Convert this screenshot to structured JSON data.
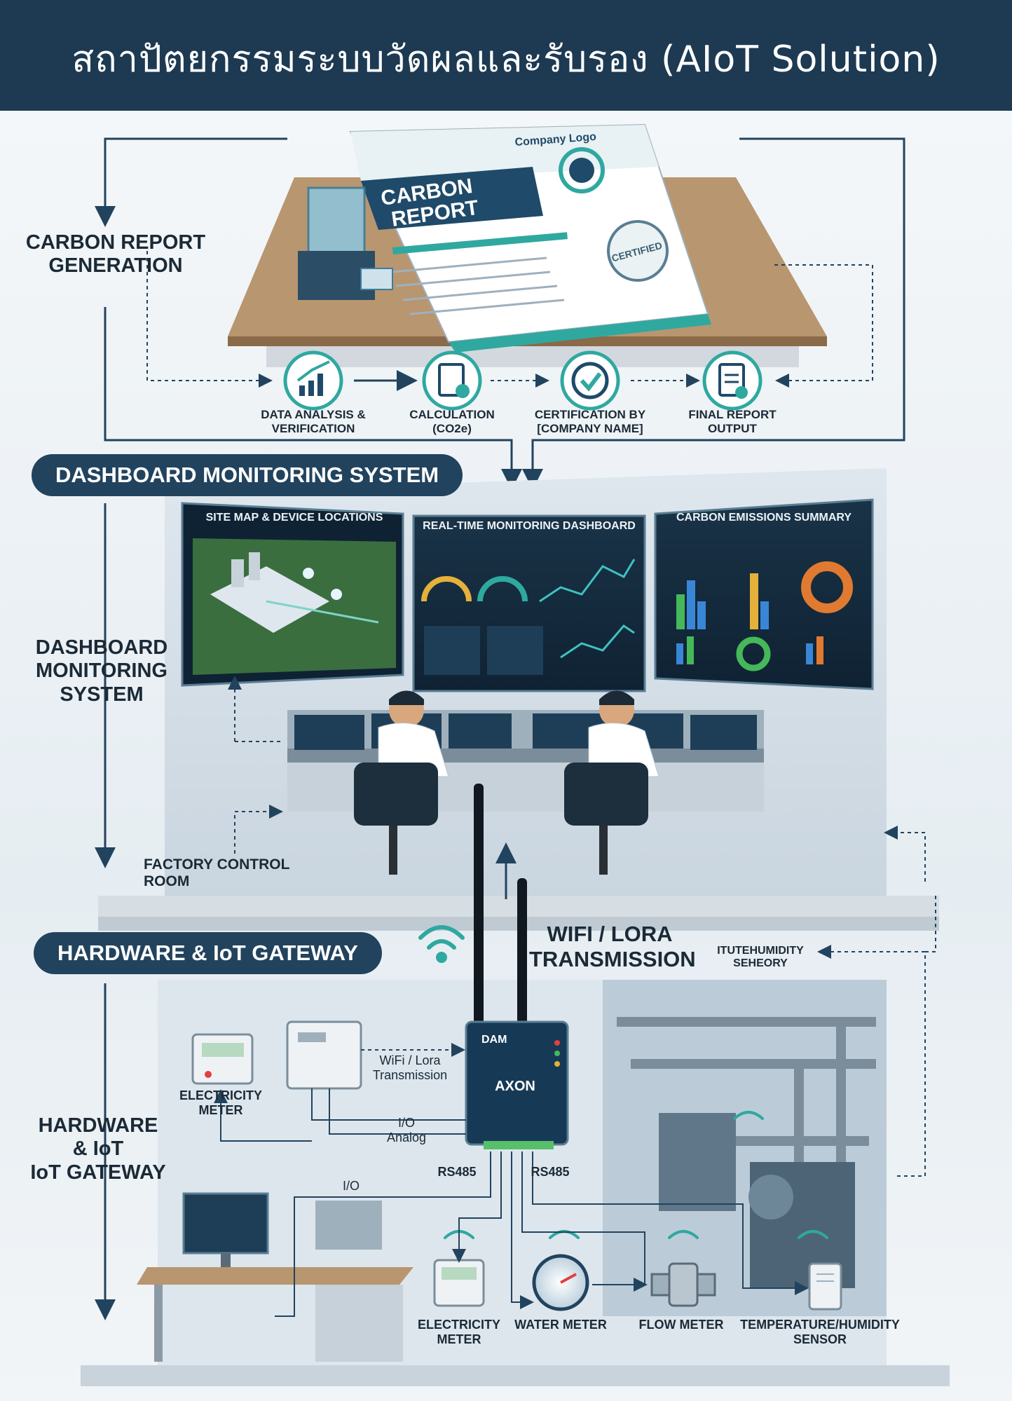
{
  "header": {
    "title": "สถาปัตยกรรมระบบวัดผลและรับรอง (AIoT Solution)"
  },
  "report_section": {
    "side_label_line1": "CARBON REPORT",
    "side_label_line2": "GENERATION",
    "document": {
      "title_line1": "CARBON",
      "title_line2": "REPORT",
      "logo_text": "Company Logo",
      "stamp_text": "CERTIFIED"
    },
    "steps": [
      {
        "line1": "DATA ANALYSIS &",
        "line2": "VERIFICATION"
      },
      {
        "line1": "CALCULATION",
        "line2": "(CO2e)"
      },
      {
        "line1": "CERTIFICATION BY",
        "line2": "[COMPANY NAME]"
      },
      {
        "line1": "FINAL REPORT",
        "line2": "OUTPUT"
      }
    ]
  },
  "dashboard_section": {
    "pill": "DASHBOARD MONITORING SYSTEM",
    "side_label_line1": "DASHBOARD",
    "side_label_line2": "MONITORING",
    "side_label_line3": "SYSTEM",
    "screens": [
      {
        "title": "SITE MAP & DEVICE LOCATIONS"
      },
      {
        "title": "REAL-TIME MONITORING DASHBOARD"
      },
      {
        "title": "CARBON EMISSIONS SUMMARY"
      }
    ],
    "room_label": "FACTORY CONTROL ROOM"
  },
  "hardware_section": {
    "pill": "HARDWARE & IoT GATEWAY",
    "side_label_line1": "HARDWARE",
    "side_label_line2": "& IoT",
    "side_label_line3": "IoT GATEWAY",
    "transmission_line1": "WIFI / LORA",
    "transmission_line2": "TRANSMISSION",
    "wifi_lora_small_line1": "WiFi / Lora",
    "wifi_lora_small_line2": "Transmission",
    "io_analog_line1": "I/O",
    "io_analog_line2": "Analog",
    "rs485_left": "RS485",
    "rs485_right": "RS485",
    "io_label": "I/O",
    "temp_humidity_line1": "ITUTEHUMIDITY",
    "temp_humidity_line2": "SEHEORY",
    "gateway": {
      "model": "DAM",
      "brand": "AXON"
    },
    "devices": [
      {
        "line1": "ELECTRICITY",
        "line2": "METER"
      },
      {
        "line1": "ELECTRICITY",
        "line2": "METER"
      },
      {
        "line1": "WATER METER",
        "line2": ""
      },
      {
        "line1": "FLOW METER",
        "line2": ""
      },
      {
        "line1": "TEMPERATURE/HUMIDITY",
        "line2": "SENSOR"
      }
    ]
  },
  "colors": {
    "header_bg": "#1d3a52",
    "pill_bg": "#22435e",
    "accent": "#2fa8a0",
    "screen_bg": "#12283a"
  }
}
